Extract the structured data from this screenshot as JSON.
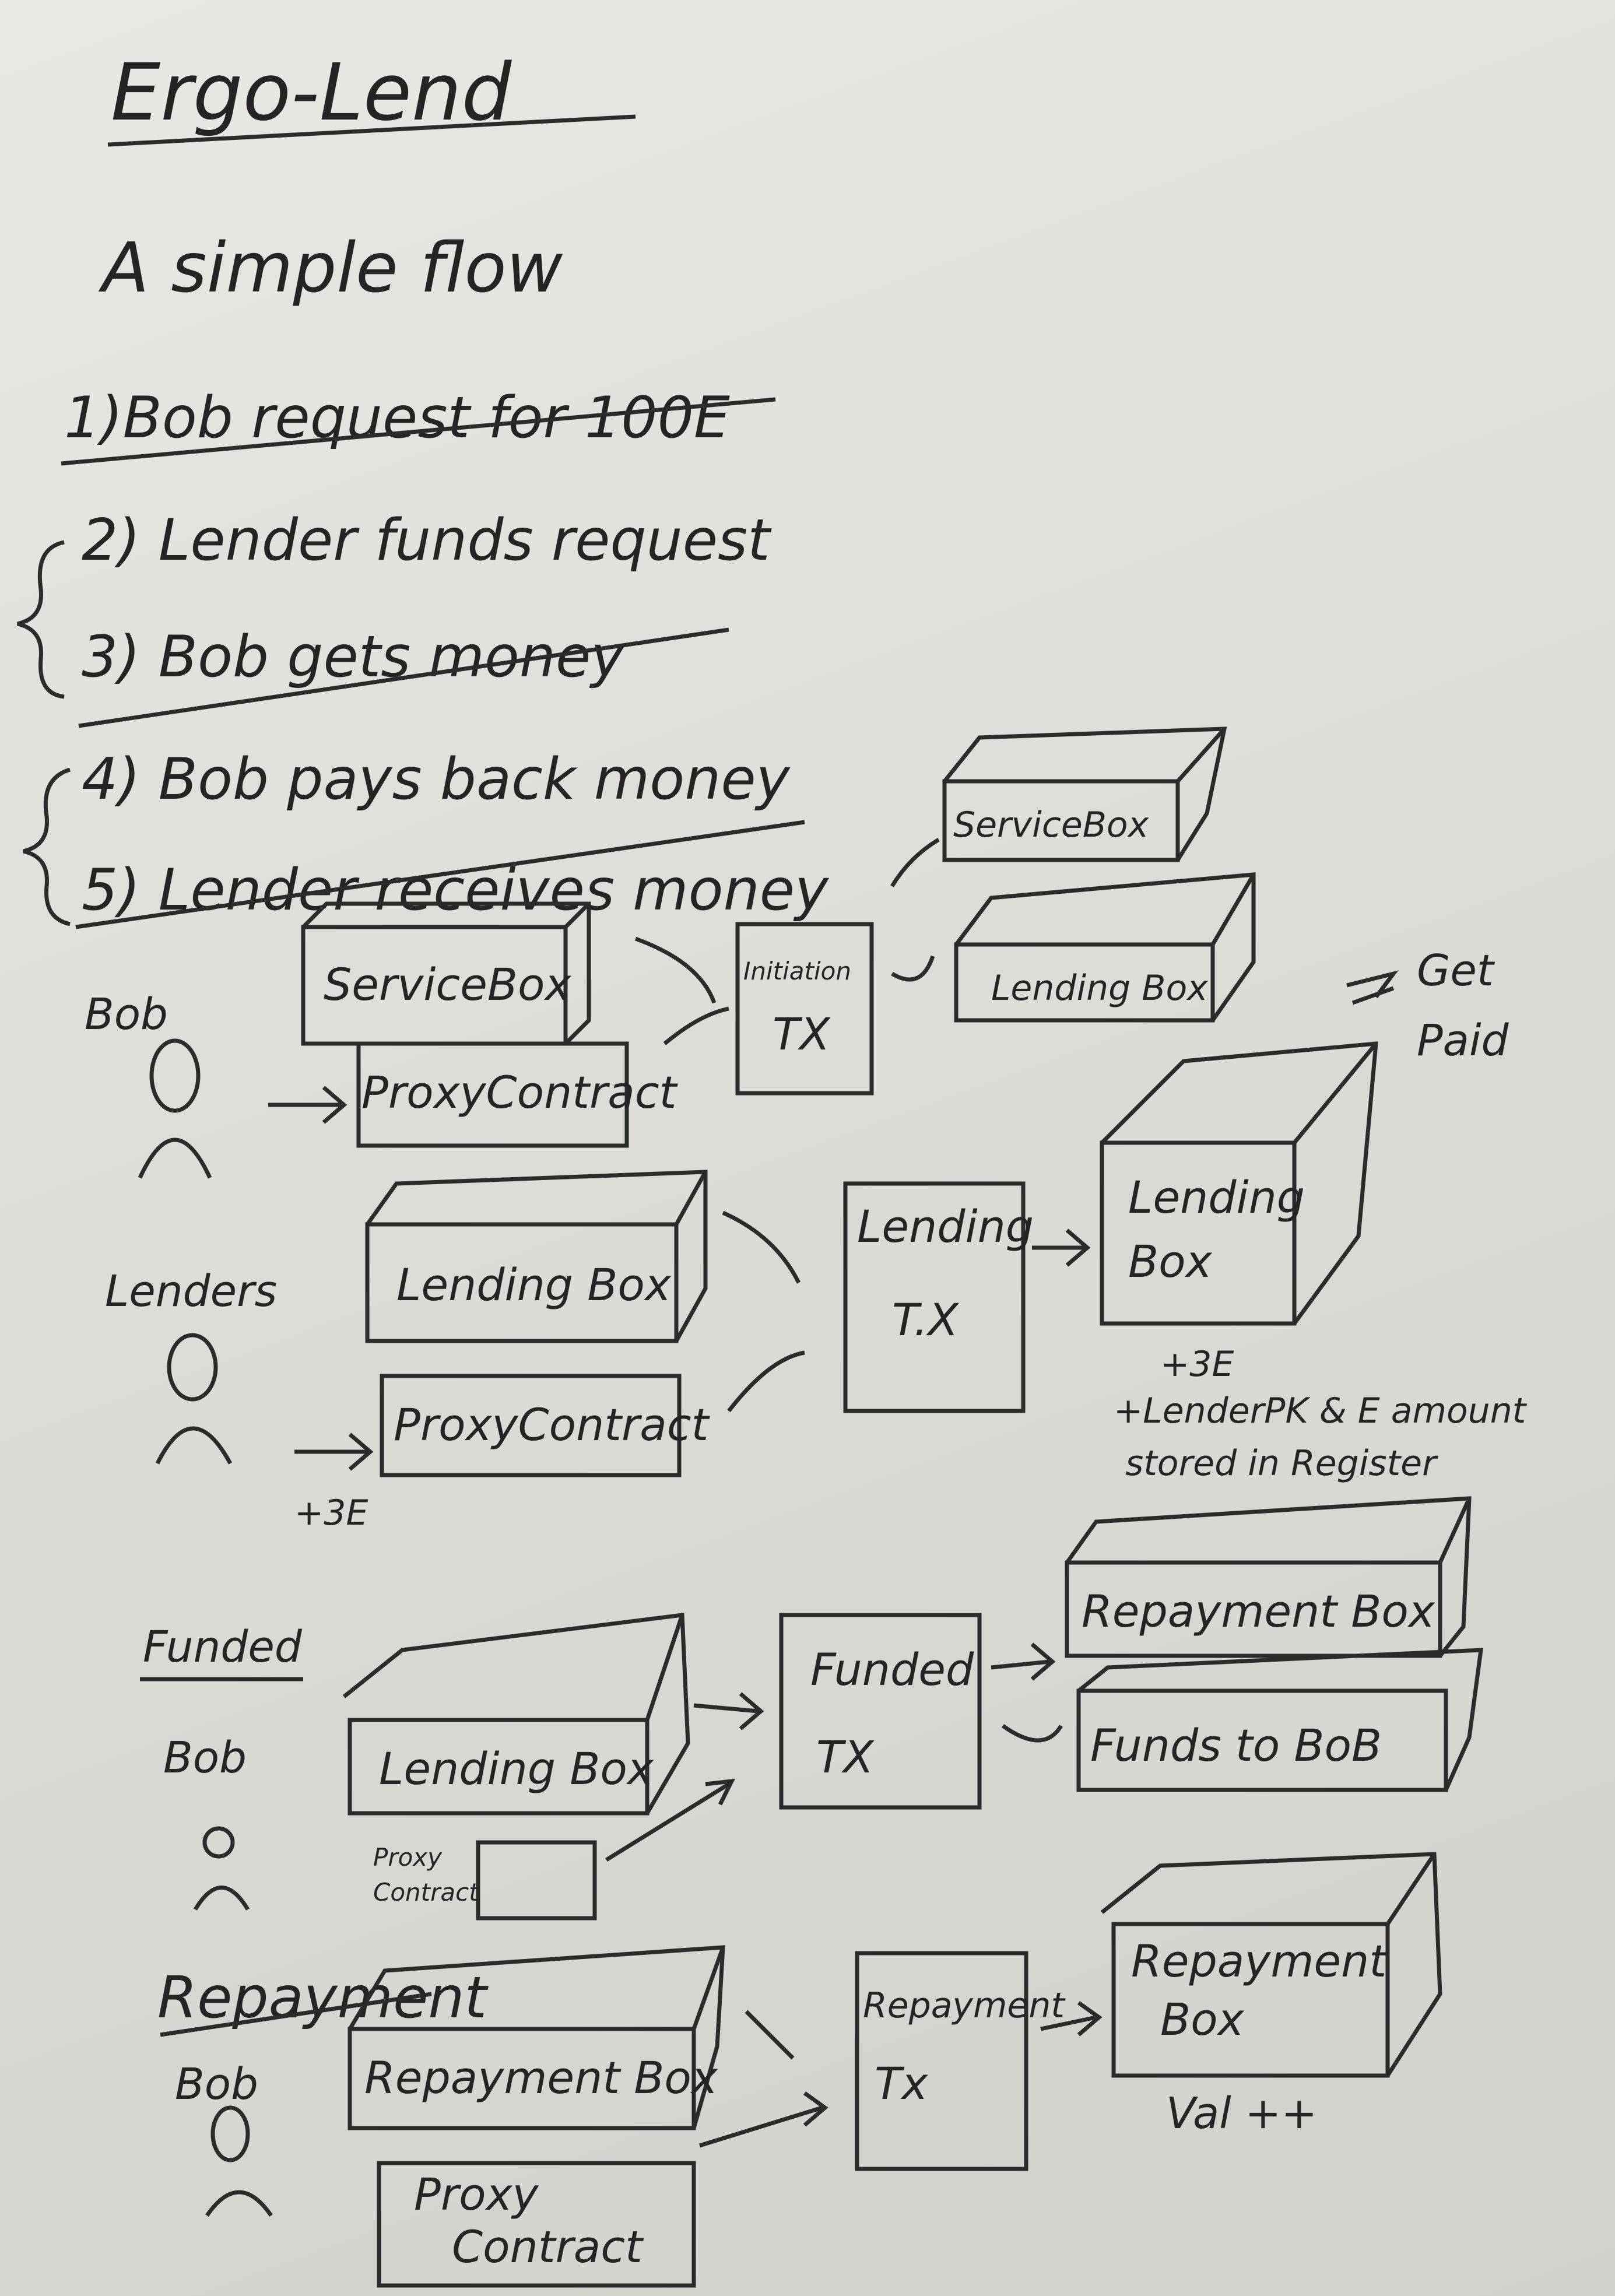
{
  "title": "Ergo-Lend",
  "subtitle": "A simple flow",
  "steps": [
    "1)Bob request for 100E",
    "2) Lender funds request",
    "3) Bob gets money",
    "4) Bob pays back money",
    "5) Lender receives money"
  ],
  "initiation": {
    "actor": "Bob",
    "input_service": "ServiceBox",
    "input_proxy": "ProxyContract",
    "tx": [
      "Initiation",
      "TX"
    ],
    "output_service": "ServiceBox",
    "output_lending": "Lending Box"
  },
  "lending": {
    "actor": "Lenders",
    "input_lending": "Lending Box",
    "input_proxy": "ProxyContract",
    "proxy_amount": "+3E",
    "tx": [
      "Lending",
      "T.X"
    ],
    "output_box": [
      "Lending",
      "Box"
    ],
    "get_paid": [
      "Get",
      "Paid"
    ],
    "note": [
      "+3E",
      "+LenderPK & E amount",
      "stored in Register"
    ]
  },
  "funded": {
    "header": "Funded",
    "actor": "Bob",
    "input_lending": "Lending Box",
    "input_proxy": [
      "Proxy",
      "Contract"
    ],
    "tx": [
      "Funded",
      "TX"
    ],
    "output_repayment": "Repayment Box",
    "output_funds": "Funds to BoB"
  },
  "repayment": {
    "header": "Repayment",
    "actor": "Bob",
    "input_repayment": "Repayment Box",
    "input_proxy": [
      "Proxy",
      "Contract"
    ],
    "tx": [
      "Repayment",
      "Tx"
    ],
    "output_box": [
      "Repayment",
      "Box"
    ],
    "note": "Val ++"
  }
}
